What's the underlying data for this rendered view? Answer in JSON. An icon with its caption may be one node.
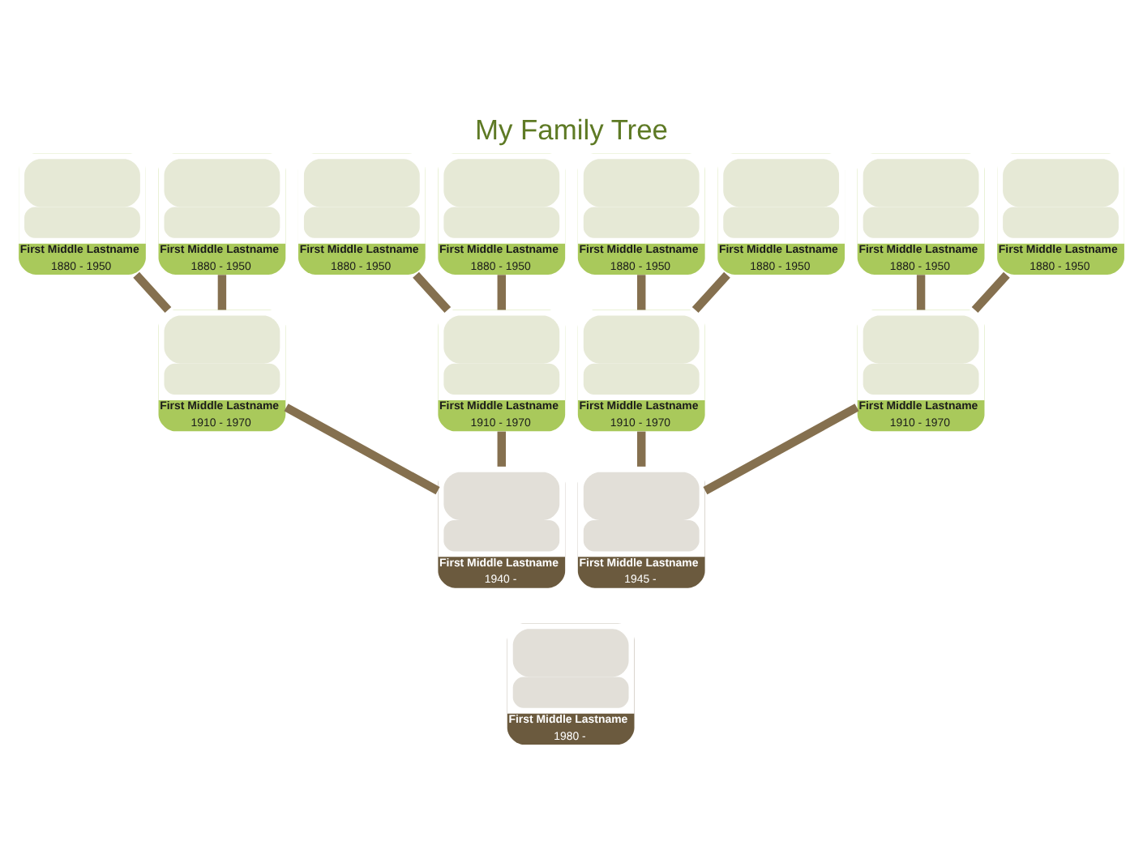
{
  "diagram": {
    "title": "My Family Tree",
    "nodes": [
      {
        "text": [
          "First Middle Lastname",
          "1880 - 1950"
        ]
      },
      {
        "text": [
          "First Middle Lastname",
          "1880 - 1950"
        ]
      },
      {
        "text": [
          "First Middle Lastname",
          "1880 - 1950"
        ]
      },
      {
        "text": [
          "First Middle Lastname",
          "1880 - 1950"
        ]
      },
      {
        "text": [
          "First Middle Lastname",
          "1880 - 1950"
        ]
      },
      {
        "text": [
          "First Middle Lastname",
          "1880 - 1950"
        ]
      },
      {
        "text": [
          "First Middle Lastname",
          "1880 - 1950"
        ]
      },
      {
        "text": [
          "First Middle Lastname",
          "1880 - 1950"
        ]
      },
      {
        "text": [
          "First Middle Lastname",
          "1910 - 1970"
        ]
      },
      {
        "text": [
          "First Middle Lastname",
          "1910 - 1970"
        ]
      },
      {
        "text": [
          "First Middle Lastname",
          "1910 - 1970"
        ]
      },
      {
        "text": [
          "First Middle Lastname",
          "1910 - 1970"
        ]
      },
      {
        "text": [
          "First Middle Lastname",
          "1940 -"
        ]
      },
      {
        "text": [
          "First Middle Lastname",
          "1945 -"
        ]
      },
      {
        "text": [
          "First Middle Lastname",
          "1980 -"
        ]
      }
    ],
    "edges": [
      {
        "from": 0,
        "to": 8,
        "arrow": "none"
      },
      {
        "from": 1,
        "to": 8,
        "arrow": "none"
      },
      {
        "from": 2,
        "to": 9,
        "arrow": "none"
      },
      {
        "from": 3,
        "to": 9,
        "arrow": "none"
      },
      {
        "from": 4,
        "to": 10,
        "arrow": "none"
      },
      {
        "from": 5,
        "to": 10,
        "arrow": "none"
      },
      {
        "from": 6,
        "to": 11,
        "arrow": "none"
      },
      {
        "from": 7,
        "to": 11,
        "arrow": "none"
      },
      {
        "from": 8,
        "to": 12,
        "arrow": "none"
      },
      {
        "from": 9,
        "to": 12,
        "arrow": "none"
      },
      {
        "from": 10,
        "to": 13,
        "arrow": "none"
      },
      {
        "from": 11,
        "to": 13,
        "arrow": "none"
      }
    ]
  }
}
